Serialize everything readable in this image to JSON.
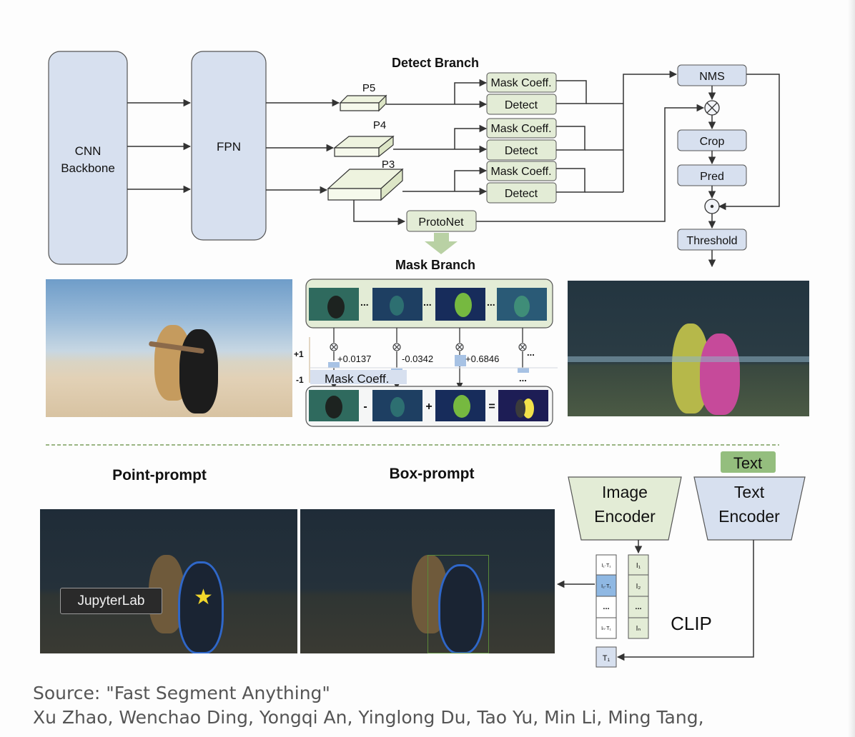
{
  "diagram": {
    "backbone": [
      "CNN",
      "Backbone"
    ],
    "fpn": "FPN",
    "detect_branch": "Detect Branch",
    "mask_branch": "Mask Branch",
    "levels": [
      "P5",
      "P4",
      "P3"
    ],
    "mask_coeff": "Mask Coeff.",
    "detect": "Detect",
    "protonet": "ProtoNet",
    "nms": "NMS",
    "crop": "Crop",
    "pred": "Pred",
    "threshold": "Threshold",
    "coeffs": [
      "+0.0137",
      "-0.0342",
      "+0.6846",
      "..."
    ],
    "plus_one": "+1",
    "minus_one": "-1",
    "mask_coeff_label": "Mask Coeff.",
    "ops": [
      "-",
      "+",
      "="
    ],
    "point_prompt": "Point-prompt",
    "box_prompt": "Box-prompt",
    "text_tag": "Text",
    "image_encoder": [
      "Image",
      "Encoder"
    ],
    "text_encoder": [
      "Text",
      "Encoder"
    ],
    "clip": "CLIP",
    "sim_left": [
      "I₁·T₁",
      "I₂·T₁",
      "...",
      "Iₙ·T₁"
    ],
    "sim_right": [
      "I₁",
      "I₂",
      "...",
      "Iₙ"
    ],
    "t1": "T₁"
  },
  "colors": {
    "blue_box": "#d7e0ef",
    "green_box": "#e3ecd6",
    "text_tag": "#94be7e",
    "highlight": "#8fb8e3"
  },
  "overlay": {
    "tooltip": "JupyterLab"
  },
  "source": {
    "line1": "Source: \"Fast Segment Anything\"",
    "line2": "Xu Zhao, Wenchao Ding, Yongqi An, Yinglong Du, Tao Yu, Min Li, Ming Tang,"
  }
}
